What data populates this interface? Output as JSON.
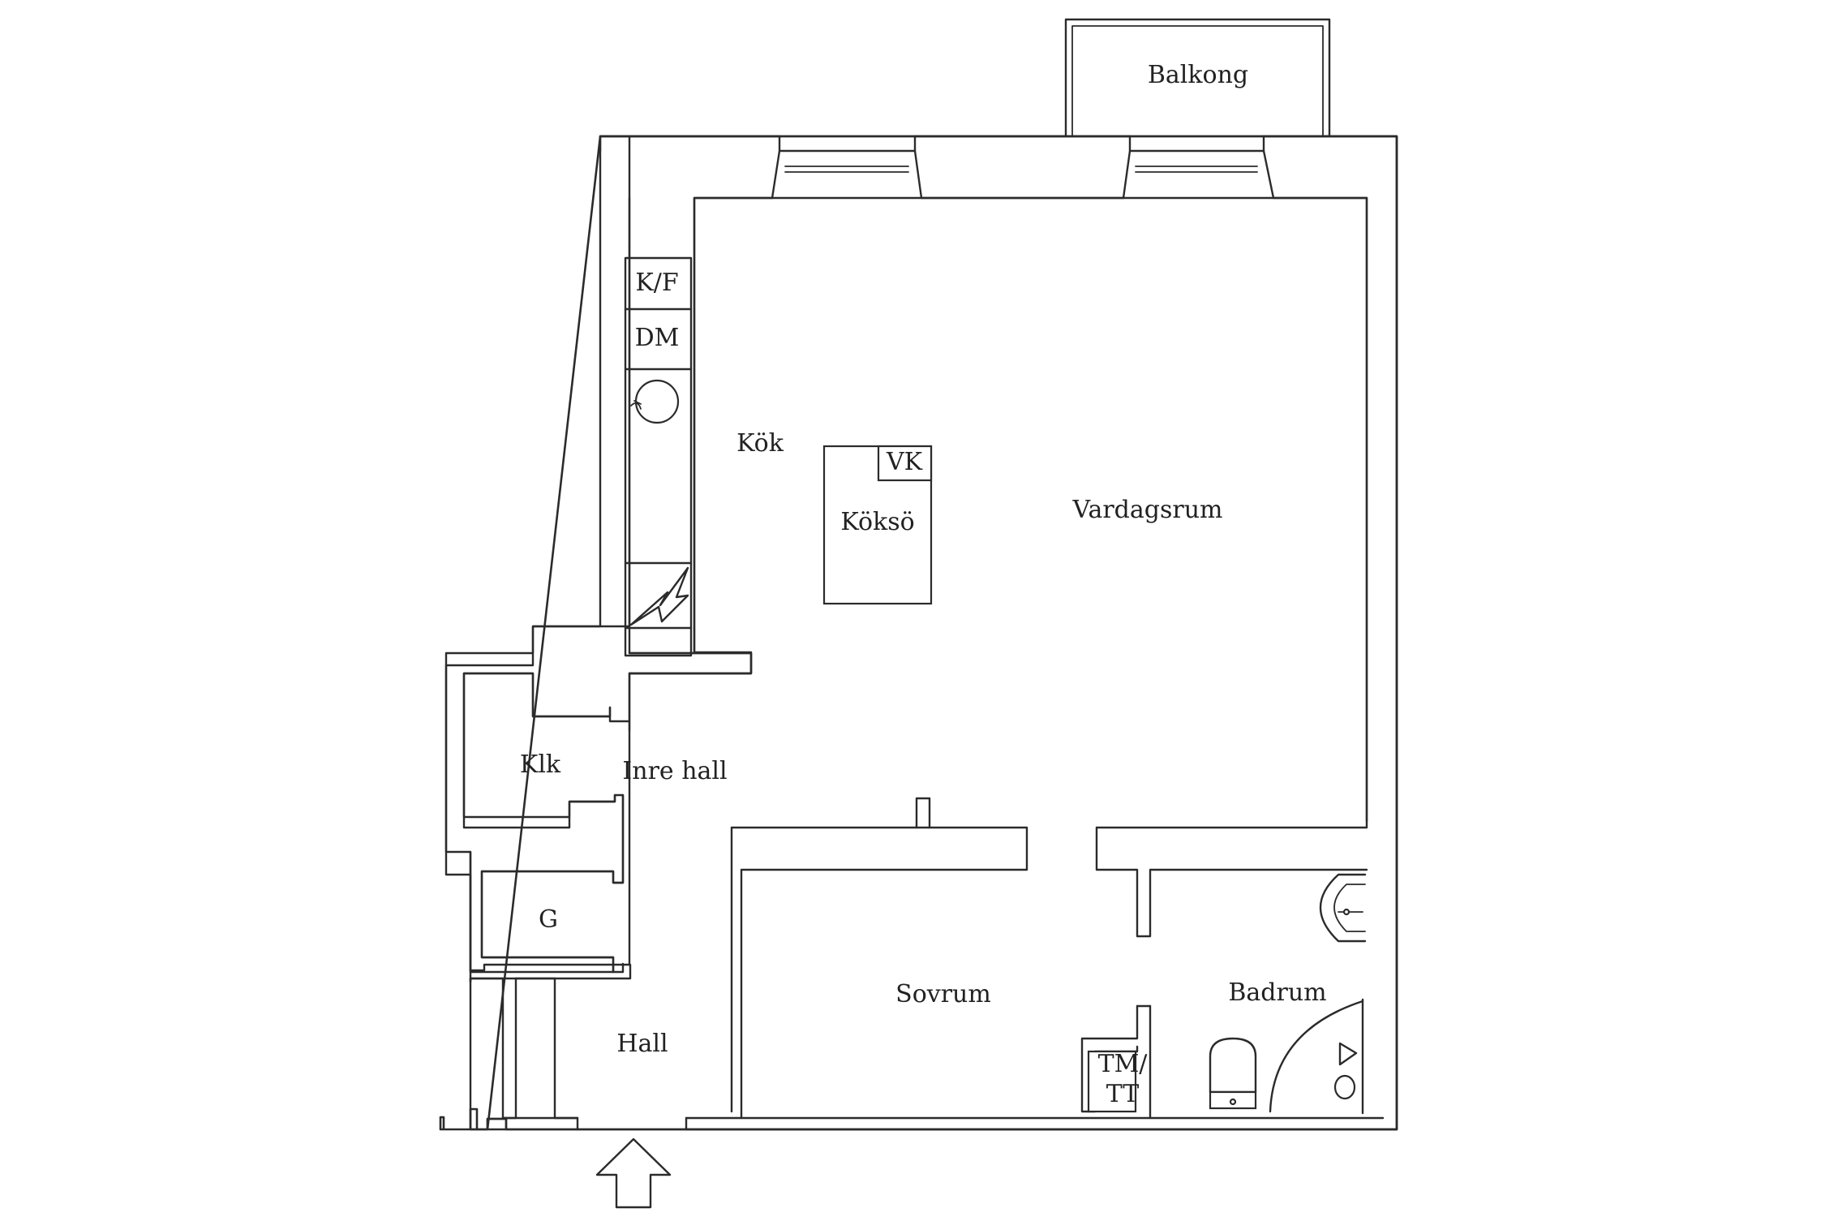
{
  "rooms": {
    "balkong": "Balkong",
    "kok": "Kök",
    "vardagsrum": "Vardagsrum",
    "klk": "Klk",
    "inre_hall": "Inre hall",
    "g": "G",
    "hall": "Hall",
    "sovrum": "Sovrum",
    "badrum": "Badrum"
  },
  "fixtures": {
    "kf": "K/F",
    "dm": "DM",
    "vk": "VK",
    "koksö": "Köksö",
    "tm_line1": "TM/",
    "tm_line2": "TT"
  },
  "icons": {
    "entrance": "entrance-arrow-icon",
    "stove": "stove-icon",
    "sink": "kitchen-sink-icon",
    "washbasin": "washbasin-icon",
    "toilet": "toilet-icon",
    "shower": "shower-icon",
    "electric_panel": "electric-panel-icon"
  },
  "colors": {
    "ink": "#2b2b2b",
    "background": "#ffffff"
  }
}
